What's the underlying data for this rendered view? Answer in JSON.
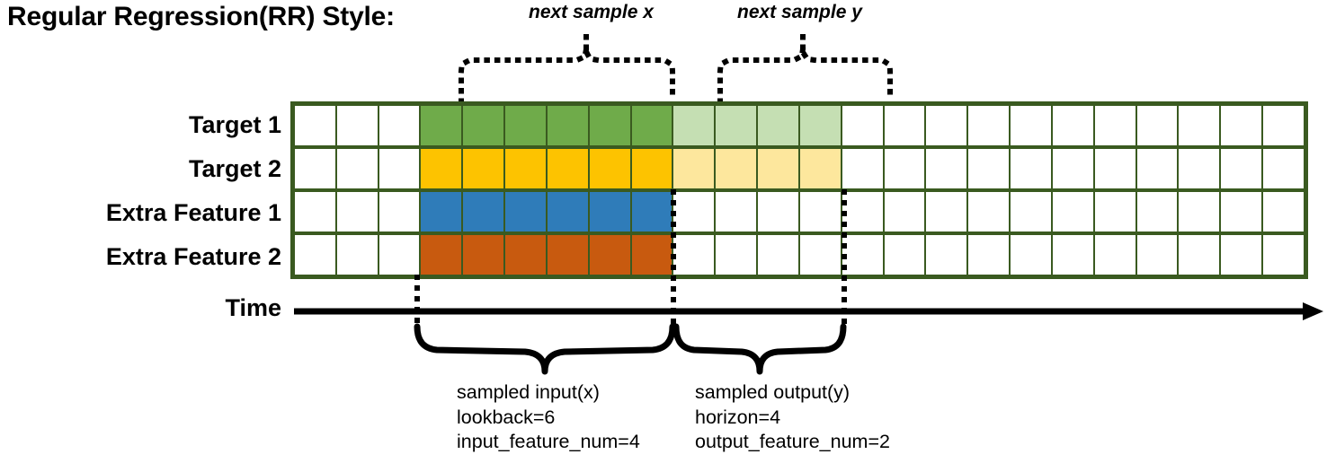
{
  "title": "Regular Regression(RR) Style:",
  "rows": [
    {
      "label": "Target 1",
      "dark_color": "#6fab4a",
      "light_color": "#c5dfb3",
      "has_light": true
    },
    {
      "label": "Target 2",
      "dark_color": "#fdc300",
      "light_color": "#fde79d",
      "has_light": true
    },
    {
      "label": "Extra Feature 1",
      "dark_color": "#2f7cb9",
      "light_color": "#ffffff",
      "has_light": false
    },
    {
      "label": "Extra Feature 2",
      "dark_color": "#c85a0f",
      "light_color": "#ffffff",
      "has_light": false
    }
  ],
  "grid": {
    "total_columns": 24,
    "leading_empty_columns": 3,
    "input_columns": 6,
    "output_columns": 4,
    "trailing_empty_columns": 11,
    "border_color": "#3a5a20",
    "empty_cell_color": "#ffffff"
  },
  "axis": {
    "label": "Time"
  },
  "top_annotations": [
    {
      "text": "next sample x"
    },
    {
      "text": "next sample y"
    }
  ],
  "bottom_annotations": [
    {
      "line1": "sampled input(x)",
      "line2": "lookback=6",
      "line3": "input_feature_num=4"
    },
    {
      "line1": "sampled output(y)",
      "line2": "horizon=4",
      "line3": "output_feature_num=2"
    }
  ]
}
